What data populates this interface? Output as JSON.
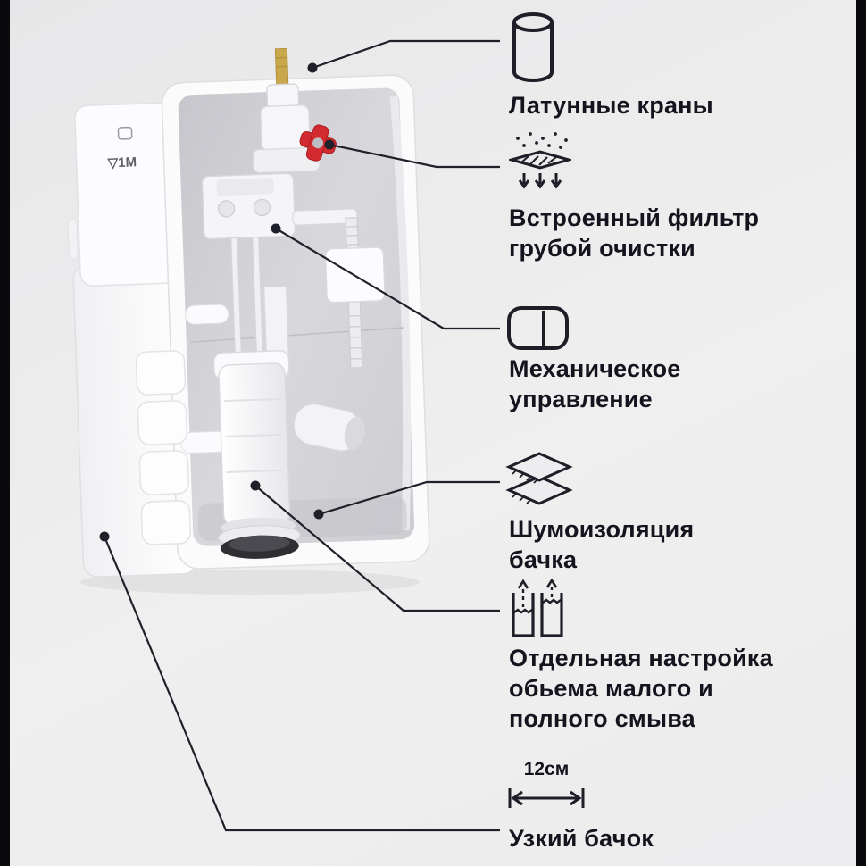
{
  "page": {
    "background": "#ececee",
    "side_bar_color": "#0a0a0c",
    "text_color": "#14141e",
    "line_color": "#20202a"
  },
  "illustration": {
    "name": "concealed-toilet-cistern",
    "tank_marking": "▽1M",
    "colors": {
      "tank": "#fbfbfd",
      "interior": "#d3d3d8",
      "valve_red": "#d22a2f",
      "brass": "#c9a84c"
    }
  },
  "features": [
    {
      "id": "brass-taps",
      "icon": "cylinder-icon",
      "label": "Латунные краны"
    },
    {
      "id": "coarse-filter",
      "icon": "filter-icon",
      "label": "Встроенный фильтр\nгрубой очистки"
    },
    {
      "id": "mechanical-control",
      "icon": "dual-flush-plate-icon",
      "label": "Механическое\nуправление"
    },
    {
      "id": "soundproofing",
      "icon": "layers-icon",
      "label": "Шумоизоляция\nбачка"
    },
    {
      "id": "flush-volume",
      "icon": "water-levels-icon",
      "label": "Отдельная настройка\nобьема малого и\nполного смыва"
    },
    {
      "id": "narrow-tank",
      "icon": "width-dimension-icon",
      "label": "Узкий бачок",
      "dimension": "12см"
    }
  ]
}
